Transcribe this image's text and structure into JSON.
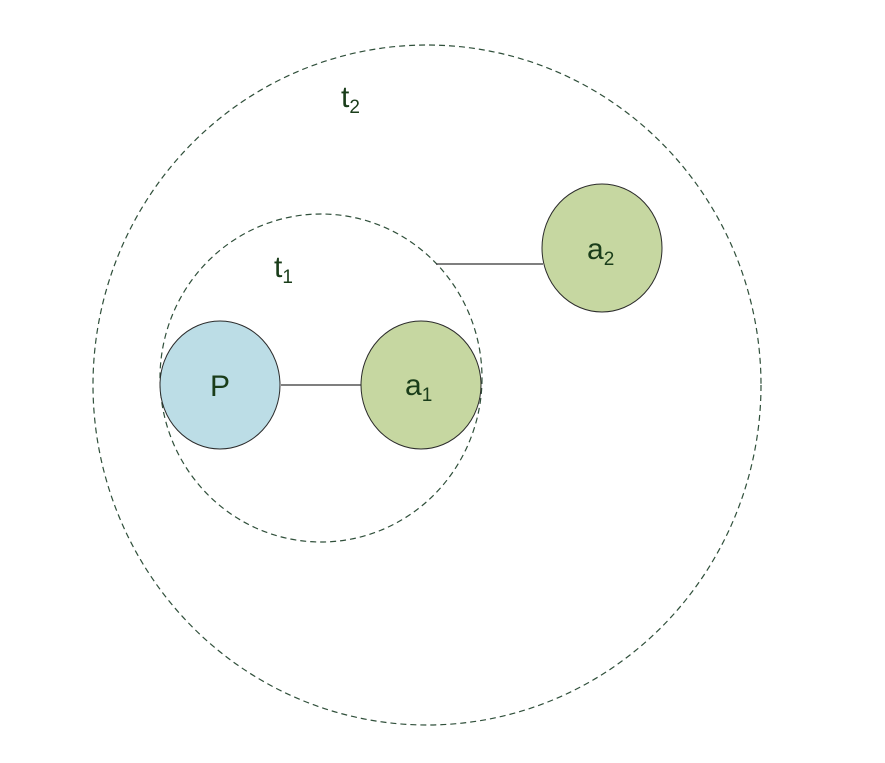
{
  "colors": {
    "text": "#1a3d1a",
    "ring_stroke": "#2f4f3a",
    "link_stroke": "#333333",
    "node_stroke": "#2b2b2b",
    "p_fill": "#bcdde6",
    "a_fill": "#c6d7a1"
  },
  "rings": {
    "outer": {
      "base": "t",
      "sub": "2"
    },
    "inner": {
      "base": "t",
      "sub": "1"
    }
  },
  "nodes": {
    "p": {
      "text": "P"
    },
    "a1": {
      "base": "a",
      "sub": "1"
    },
    "a2": {
      "base": "a",
      "sub": "2"
    }
  }
}
